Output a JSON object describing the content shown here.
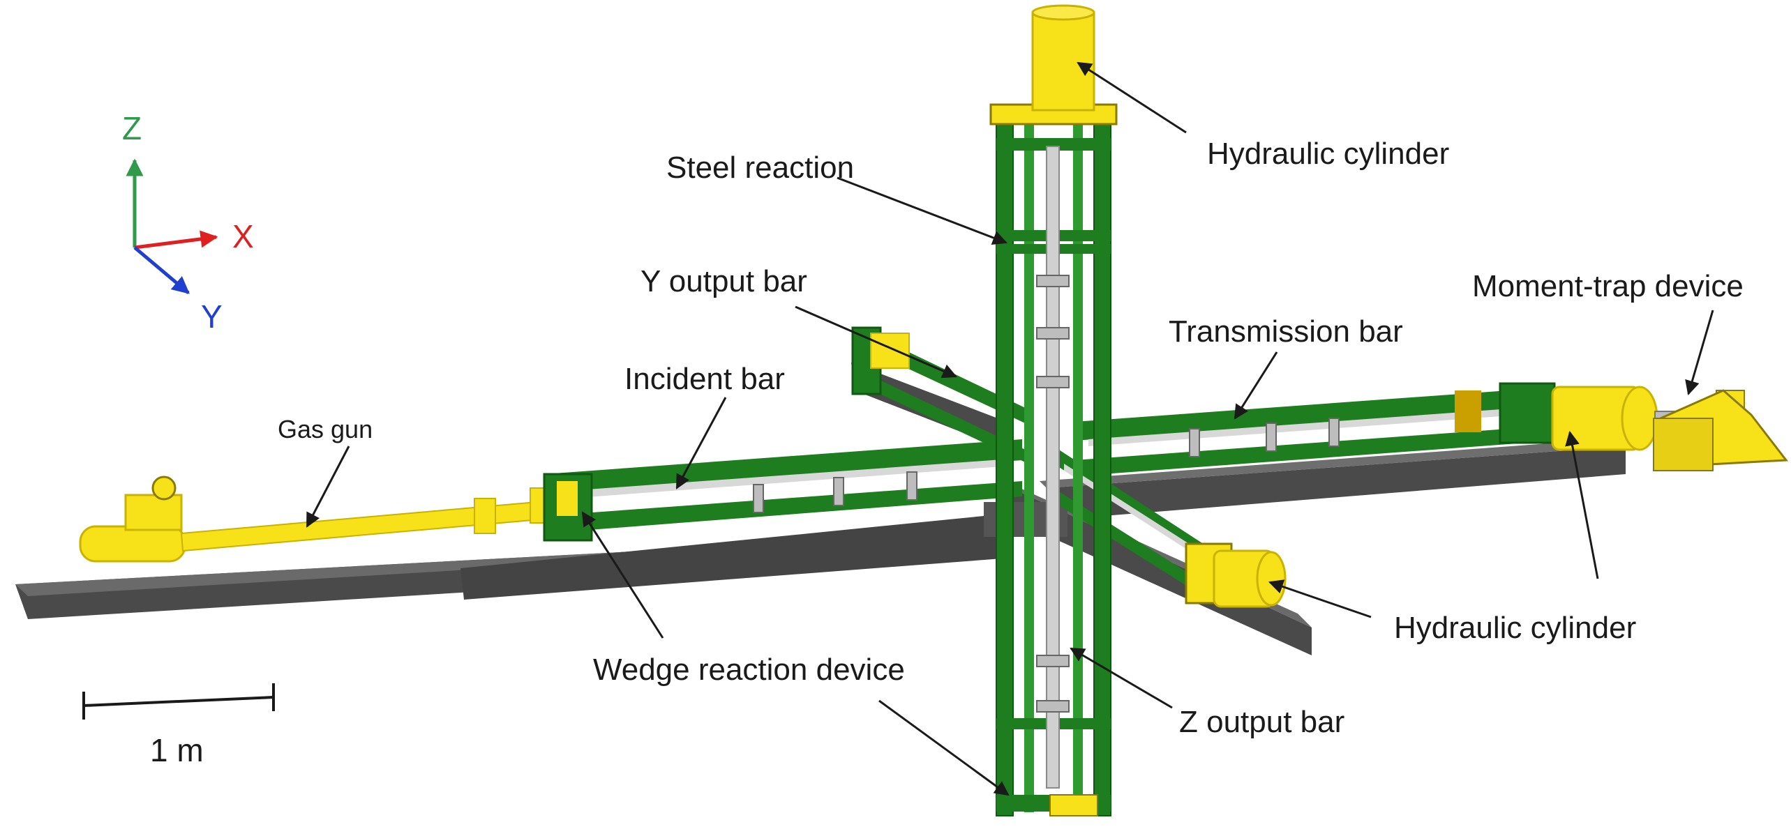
{
  "axes": {
    "z": "Z",
    "x": "X",
    "y": "Y"
  },
  "colors": {
    "frame_green": "#1e7d1e",
    "frame_dark": "#0f5a10",
    "component_yellow": "#f7e21a",
    "component_shadow": "#c9b200",
    "base_gray": "#4a4a4a",
    "axis_z": "#2e9a4a",
    "axis_x": "#e02020",
    "axis_y": "#1f3fd0"
  },
  "labels": {
    "hydraulic_cylinder_top": "Hydraulic cylinder",
    "steel_reaction": "Steel reaction",
    "y_output_bar": "Y output bar",
    "moment_trap_device": "Moment-trap device",
    "transmission_bar": "Transmission bar",
    "incident_bar": "Incident bar",
    "gas_gun": "Gas gun",
    "hydraulic_cylinder_right": "Hydraulic cylinder",
    "wedge_reaction_device": "Wedge reaction device",
    "z_output_bar": "Z output bar"
  },
  "scale_bar": {
    "label": "1 m"
  }
}
